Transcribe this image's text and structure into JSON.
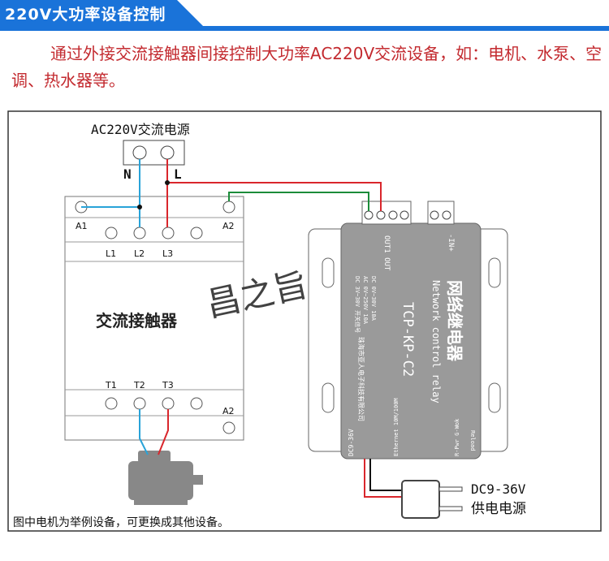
{
  "header": {
    "title": "220V大功率设备控制",
    "accent": "#1a73d9"
  },
  "intro": {
    "text": "通过外接交流接触器间接控制大功率AC220V交流设备，如：电机、水泵、空调、热水器等。",
    "color": "#c32a2f"
  },
  "diagram": {
    "ac_source": "AC220V交流电源",
    "n": "N",
    "l": "L",
    "contactor": {
      "title": "交流接触器",
      "top": [
        "A1",
        "L1",
        "L2",
        "L3",
        "A2"
      ],
      "bottom": [
        "T1",
        "T2",
        "T3",
        "A2"
      ]
    },
    "relay": {
      "name_cn": "网络继电器",
      "name_en": "Network control relay",
      "model": "TCP-KP-C2",
      "out": "OUT1 OUT",
      "in": "-IN+",
      "port_dc": "DC9-36V",
      "port_eth": "Ethernet 10M/100M",
      "leds": "R-Pwr G-Wok",
      "reload": "Reload",
      "spec1": "DC 0V~30V 10A",
      "spec2": "AC 0V~250V 10A",
      "spec3": "DC 3V~30V 开关信号",
      "maker": "珠海市亚人电子科技有限公司"
    },
    "power": {
      "voltage": "DC9-36V",
      "label": "供电电源"
    },
    "watermark": "昌之旨",
    "caption": "图中电机为举例设备，可更换成其他设备。"
  }
}
